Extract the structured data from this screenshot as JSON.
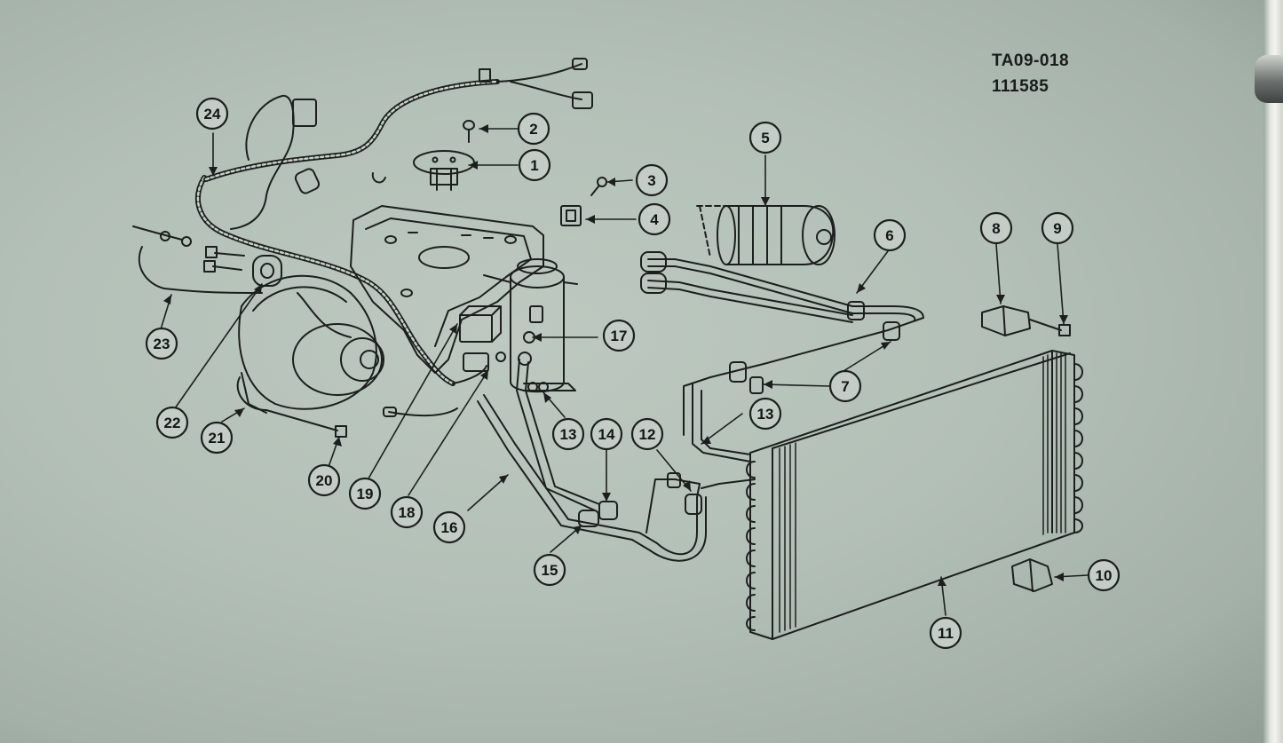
{
  "figure": {
    "id_line1": "TA09-018",
    "id_line2": "111585"
  },
  "callouts": [
    {
      "n": "1"
    },
    {
      "n": "2"
    },
    {
      "n": "3"
    },
    {
      "n": "4"
    },
    {
      "n": "5"
    },
    {
      "n": "6"
    },
    {
      "n": "7"
    },
    {
      "n": "8"
    },
    {
      "n": "9"
    },
    {
      "n": "10"
    },
    {
      "n": "11"
    },
    {
      "n": "12"
    },
    {
      "n": "13"
    },
    {
      "n": "13"
    },
    {
      "n": "14"
    },
    {
      "n": "15"
    },
    {
      "n": "16"
    },
    {
      "n": "17"
    },
    {
      "n": "18"
    },
    {
      "n": "19"
    },
    {
      "n": "20"
    },
    {
      "n": "21"
    },
    {
      "n": "22"
    },
    {
      "n": "23"
    },
    {
      "n": "24"
    }
  ]
}
